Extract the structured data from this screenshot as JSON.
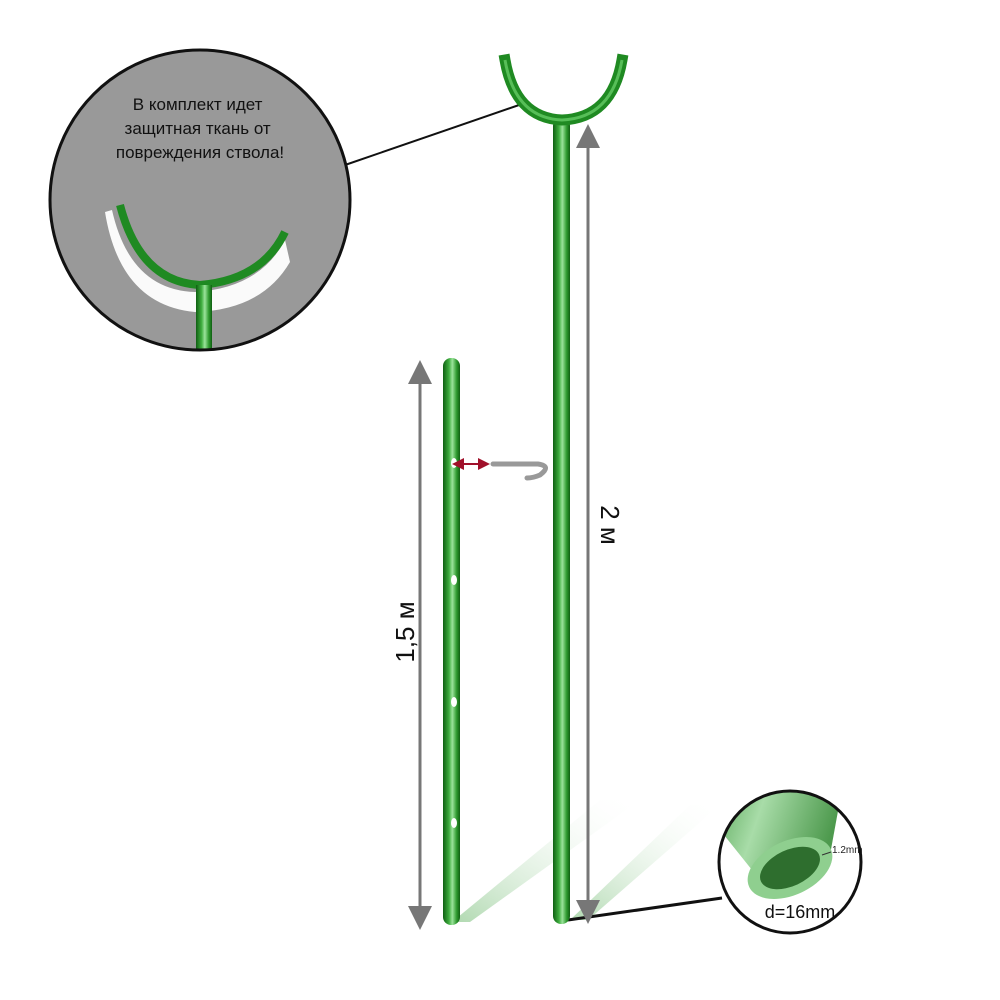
{
  "callout_top": {
    "text_lines": [
      "В комплект идет",
      "защитная ткань от",
      "повреждения ствола!"
    ]
  },
  "dimensions": {
    "short_rod_length": "1,5 м",
    "long_rod_length": "2 м"
  },
  "callout_bottom": {
    "wall_thickness": "1.2mm",
    "diameter": "d=16mm"
  },
  "colors": {
    "rod_dark": "#1e7a1e",
    "rod_light": "#6fd46f",
    "callout_bg": "#999999",
    "arrow_gray": "#777777",
    "accent_red": "#a0102a"
  }
}
